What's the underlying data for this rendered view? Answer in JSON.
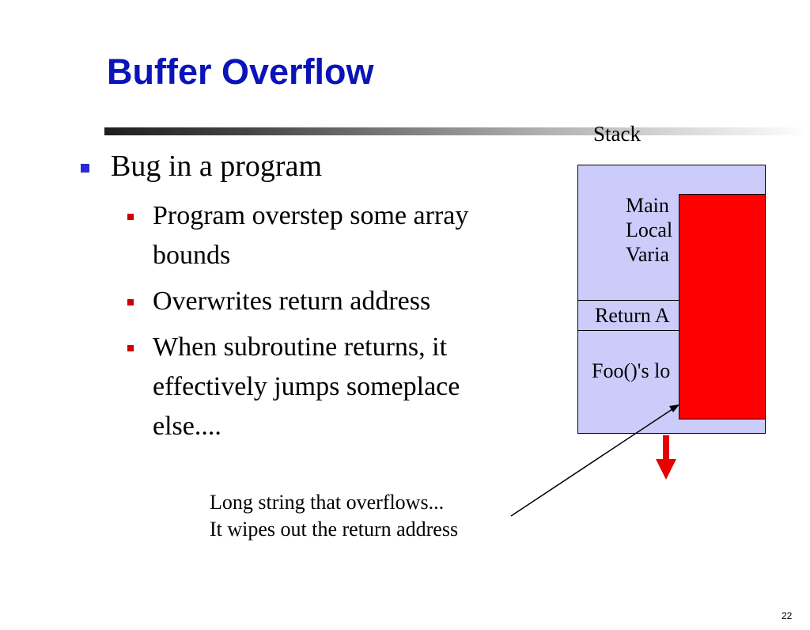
{
  "slide": {
    "title": "Buffer Overflow",
    "page_number": "22"
  },
  "bullets": {
    "main": "Bug in a program",
    "sub": [
      "Program overstep some array bounds",
      "Overwrites return address",
      "When subroutine returns, it effectively jumps someplace else...."
    ]
  },
  "stack_diagram": {
    "label": "Stack",
    "main_locals_lines": [
      "Main",
      "Local",
      "Varia"
    ],
    "return_address": "Return A",
    "foo_locals": "Foo()'s lo",
    "caption_lines": [
      "Long string that overflows...",
      "It wipes out the return address"
    ]
  },
  "colors": {
    "title": "#0a14b8",
    "main_bullet": "#2b2bd4",
    "sub_bullet": "#c80000",
    "stack_fill": "#ccccfb",
    "overflow_fill": "#ff0000",
    "growth_arrow": "#e60000"
  }
}
